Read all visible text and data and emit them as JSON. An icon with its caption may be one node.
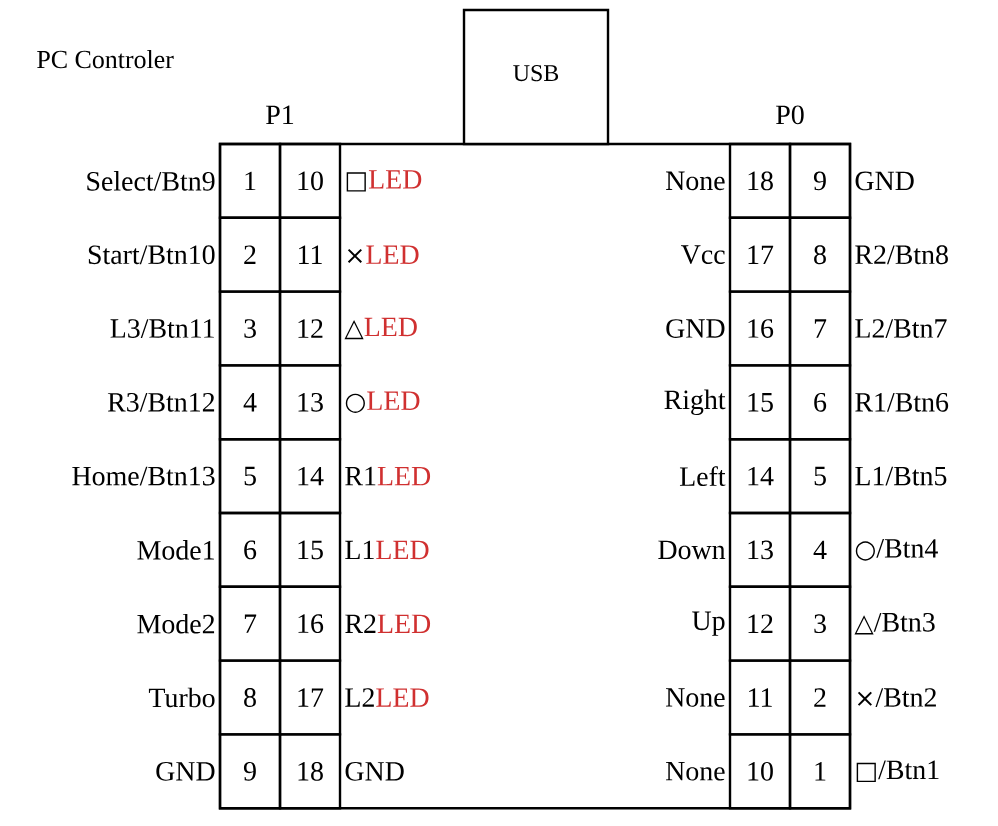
{
  "diagram": {
    "title": "PC Controler",
    "nodes": [
      {
        "text": [
          "USB"
        ]
      },
      {
        "text": [
          "1"
        ],
        "beside": [
          "Select/Btn9"
        ]
      },
      {
        "text": [
          "10"
        ],
        "beside": [
          "□",
          "LED"
        ]
      },
      {
        "text": [
          "2"
        ],
        "beside": [
          "Start/Btn10"
        ]
      },
      {
        "text": [
          "11"
        ],
        "beside": [
          "×",
          "LED"
        ]
      },
      {
        "text": [
          "3"
        ],
        "beside": [
          "L3/Btn11"
        ]
      },
      {
        "text": [
          "12"
        ],
        "beside": [
          "△",
          "LED"
        ]
      },
      {
        "text": [
          "4"
        ],
        "beside": [
          "R3/Btn12"
        ]
      },
      {
        "text": [
          "13"
        ],
        "beside": [
          "○",
          "LED"
        ]
      },
      {
        "text": [
          "5"
        ],
        "beside": [
          "Home/Btn13"
        ]
      },
      {
        "text": [
          "14"
        ],
        "beside": [
          "R1",
          "LED"
        ]
      },
      {
        "text": [
          "6"
        ],
        "beside": [
          "Mode1"
        ]
      },
      {
        "text": [
          "15"
        ],
        "beside": [
          "L1",
          "LED"
        ]
      },
      {
        "text": [
          "7"
        ],
        "beside": [
          "Mode2"
        ]
      },
      {
        "text": [
          "16"
        ],
        "beside": [
          "R2",
          "LED"
        ]
      },
      {
        "text": [
          "8"
        ],
        "beside": [
          "Turbo"
        ]
      },
      {
        "text": [
          "17"
        ],
        "beside": [
          "L2",
          "LED"
        ]
      },
      {
        "text": [
          "9"
        ],
        "beside": [
          "GND"
        ]
      },
      {
        "text": [
          "18"
        ],
        "beside": [
          "GND"
        ]
      },
      {
        "text": [
          "18"
        ],
        "beside": [
          "None"
        ]
      },
      {
        "text": [
          "9"
        ],
        "beside": [
          "GND"
        ]
      },
      {
        "text": [
          "17"
        ],
        "beside": [
          "Vcc"
        ]
      },
      {
        "text": [
          "8"
        ],
        "beside": [
          "R2/Btn8"
        ]
      },
      {
        "text": [
          "16"
        ],
        "beside": [
          "GND"
        ]
      },
      {
        "text": [
          "7"
        ],
        "beside": [
          "L2/Btn7"
        ]
      },
      {
        "text": [
          "15"
        ],
        "beside": [
          "Right"
        ]
      },
      {
        "text": [
          "6"
        ],
        "beside": [
          "R1/Btn6"
        ]
      },
      {
        "text": [
          "14"
        ],
        "beside": [
          "Left"
        ]
      },
      {
        "text": [
          "5"
        ],
        "beside": [
          "L1/Btn5"
        ]
      },
      {
        "text": [
          "13"
        ],
        "beside": [
          "Down"
        ]
      },
      {
        "text": [
          "4"
        ],
        "beside": [
          "○/Btn4"
        ]
      },
      {
        "text": [
          "12"
        ],
        "beside": [
          "Up"
        ]
      },
      {
        "text": [
          "3"
        ],
        "beside": [
          "△/Btn3"
        ]
      },
      {
        "text": [
          "11"
        ],
        "beside": [
          "None"
        ]
      },
      {
        "text": [
          "2"
        ],
        "beside": [
          "×/Btn2"
        ]
      },
      {
        "text": [
          "10"
        ],
        "beside": [
          "None"
        ]
      },
      {
        "text": [
          "1"
        ],
        "beside": [
          "□/Btn1"
        ]
      }
    ],
    "labels": [
      "P1",
      "P0"
    ]
  }
}
